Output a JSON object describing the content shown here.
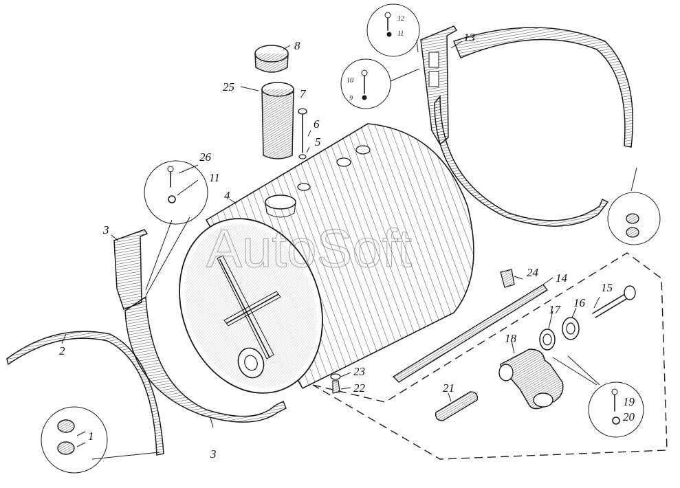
{
  "watermark": "AutoSoft",
  "callouts": [
    {
      "id": "c1",
      "text": "1"
    },
    {
      "id": "c2",
      "text": "2"
    },
    {
      "id": "c3a",
      "text": "3"
    },
    {
      "id": "c3b",
      "text": "3"
    },
    {
      "id": "c4",
      "text": "4"
    },
    {
      "id": "c5",
      "text": "5"
    },
    {
      "id": "c6",
      "text": "6"
    },
    {
      "id": "c7",
      "text": "7"
    },
    {
      "id": "c8",
      "text": "8"
    },
    {
      "id": "c9",
      "text": "9"
    },
    {
      "id": "c10",
      "text": "10"
    },
    {
      "id": "c11a",
      "text": "11"
    },
    {
      "id": "c11b",
      "text": "11"
    },
    {
      "id": "c12",
      "text": "12"
    },
    {
      "id": "c13",
      "text": "13"
    },
    {
      "id": "c14",
      "text": "14"
    },
    {
      "id": "c15",
      "text": "15"
    },
    {
      "id": "c16",
      "text": "16"
    },
    {
      "id": "c17",
      "text": "17"
    },
    {
      "id": "c18",
      "text": "18"
    },
    {
      "id": "c19",
      "text": "19"
    },
    {
      "id": "c20",
      "text": "20"
    },
    {
      "id": "c21",
      "text": "21"
    },
    {
      "id": "c22",
      "text": "22"
    },
    {
      "id": "c23",
      "text": "23"
    },
    {
      "id": "c24",
      "text": "24"
    },
    {
      "id": "c25",
      "text": "25"
    },
    {
      "id": "c26",
      "text": "26"
    }
  ]
}
